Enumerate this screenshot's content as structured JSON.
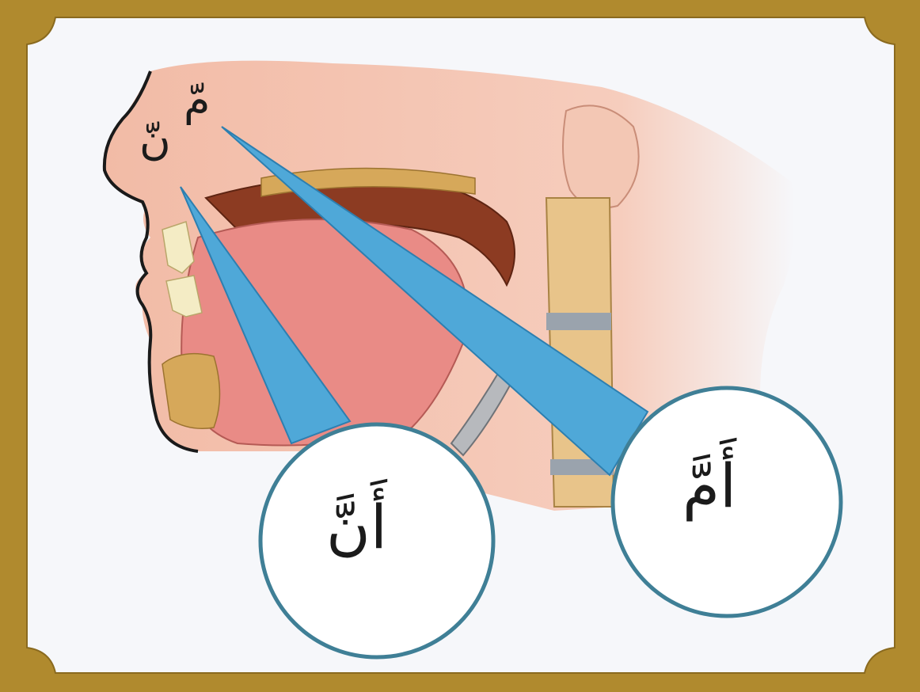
{
  "frame": {
    "border_color": "#b08a2e",
    "panel_color": "#f6f7fa"
  },
  "labels": {
    "noon_small": "نّ",
    "meem_small": "مّ",
    "circle_noon": "أَنَّ",
    "circle_meem": "أَمَّ"
  },
  "colors": {
    "pointer_fill": "#4fa8d8",
    "pointer_stroke": "#2d7fb0",
    "circle_stroke": "#3f7f96",
    "skin": "#f2b9a0",
    "tongue": "#e98b86",
    "bone": "#d6a85a"
  }
}
